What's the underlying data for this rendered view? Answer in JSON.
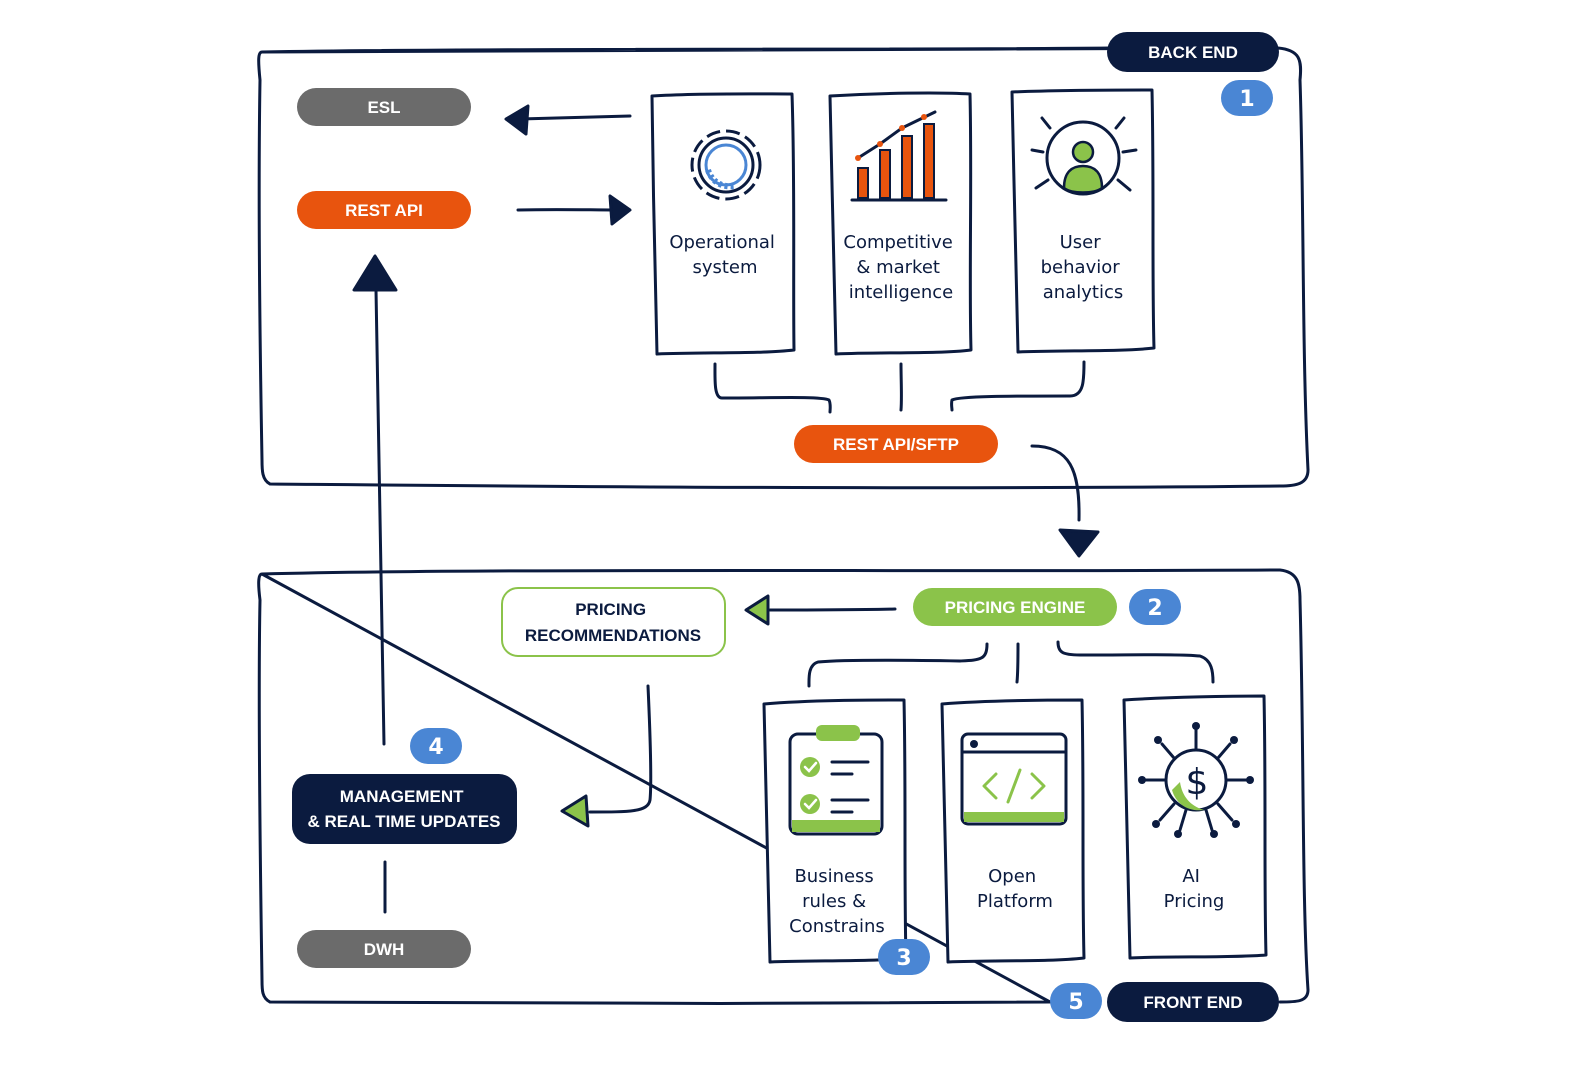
{
  "colors": {
    "navy": "#0b1b3f",
    "orange": "#e8540e",
    "gray": "#6b6b6b",
    "green": "#8bc34a",
    "blue": "#4a86d4",
    "white": "#ffffff"
  },
  "back_end": {
    "section_label": "BACK END",
    "step_number": "1",
    "esl_label": "ESL",
    "rest_api_label": "REST API",
    "rest_api_sftp_label": "REST API/SFTP",
    "cards": [
      {
        "lines": [
          "Operational",
          "system"
        ],
        "icon": "gear-icon"
      },
      {
        "lines": [
          "Competitive",
          "& market",
          "intelligence"
        ],
        "icon": "bar-chart-icon"
      },
      {
        "lines": [
          "User",
          "behavior",
          "analytics"
        ],
        "icon": "user-analytics-icon"
      }
    ]
  },
  "front_end": {
    "section_label": "FRONT END",
    "step_number": "5",
    "pricing_engine_label": "PRICING ENGINE",
    "pricing_engine_step": "2",
    "recommendations_lines": [
      "PRICING",
      "RECOMMENDATIONS"
    ],
    "management_lines": [
      "MANAGEMENT",
      "& REAL TIME UPDATES"
    ],
    "management_step": "4",
    "dwh_label": "DWH",
    "cards_step": "3",
    "cards": [
      {
        "lines": [
          "Business",
          "rules &",
          "Constrains"
        ],
        "icon": "clipboard-checklist-icon"
      },
      {
        "lines": [
          "Open",
          "Platform"
        ],
        "icon": "code-window-icon"
      },
      {
        "lines": [
          "AI",
          "Pricing"
        ],
        "icon": "ai-dollar-icon"
      }
    ]
  }
}
